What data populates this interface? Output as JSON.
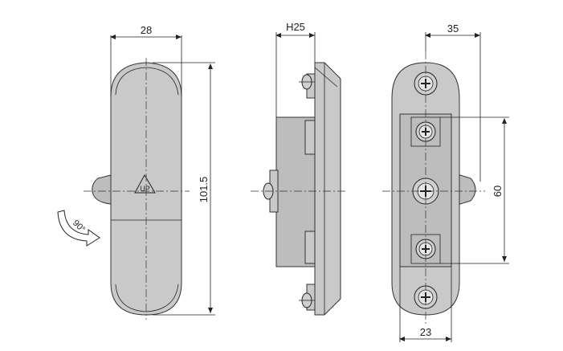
{
  "labels": {
    "width_top": "28",
    "height_right": "101.5",
    "side_height": "H25",
    "right_top": "35",
    "right_spacing": "60",
    "right_bottom": "23",
    "up_mark": "UP",
    "rotation": "90°"
  },
  "colors": {
    "body": "#c9c9c9",
    "body_dark": "#bdbdbd",
    "line": "#222222"
  }
}
